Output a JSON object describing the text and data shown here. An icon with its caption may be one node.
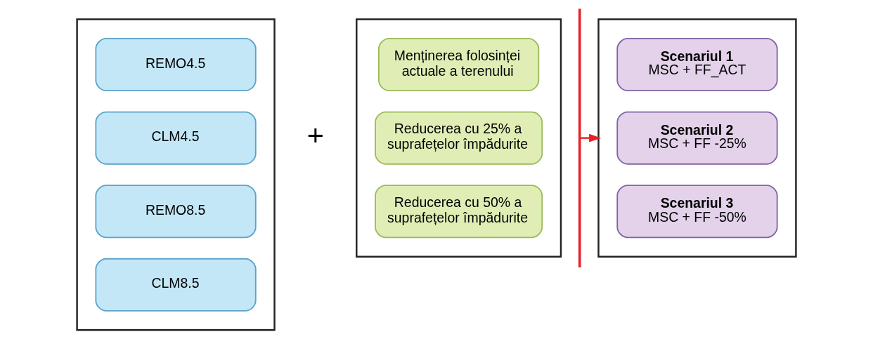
{
  "diagram": {
    "nodes": [
      {
        "text": [],
        "shape": "box"
      },
      {
        "text": [
          "REMO4.5"
        ],
        "in": 0
      },
      {
        "text": [
          "CLM4.5"
        ],
        "in": 0
      },
      {
        "text": [
          "REMO8.5"
        ],
        "in": 0
      },
      {
        "text": [
          "CLM8.5"
        ],
        "in": 0
      },
      {
        "text": [],
        "shape": "box"
      },
      {
        "text": [
          "Menținerea folosinței actuale a terenului"
        ],
        "in": 5
      },
      {
        "text": [
          "Reducerea cu 25% a suprafețelor împădurite"
        ],
        "in": 5
      },
      {
        "text": [
          "Reducerea cu 50% a suprafețelor împădurite"
        ],
        "in": 5
      },
      {
        "text": [],
        "shape": "box"
      },
      {
        "text": [
          "Scenariul 1",
          "MSC + FF_ACT"
        ],
        "in": 9
      },
      {
        "text": [
          "Scenariul 2",
          "MSC + FF -25%"
        ],
        "in": 9
      },
      {
        "text": [
          "Scenariul 3",
          "MSC + FF -50%"
        ],
        "in": 9
      }
    ],
    "edges": [
      {
        "from": null,
        "to": 9,
        "arrow": "to",
        "color": "#e8202a"
      }
    ],
    "labels": [
      "+"
    ]
  }
}
